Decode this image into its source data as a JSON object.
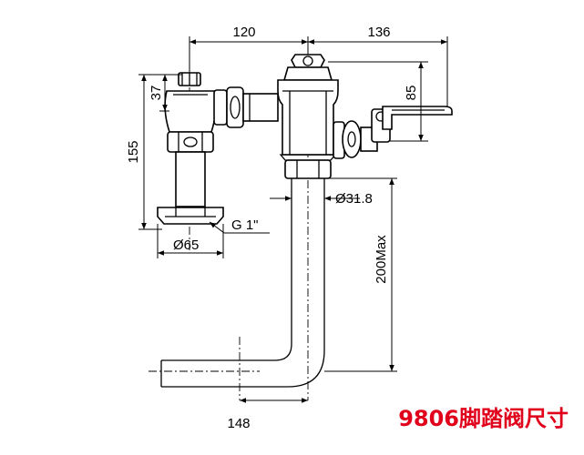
{
  "dimensions": {
    "top_left": "120",
    "top_right": "136",
    "left_overall": "155",
    "left_small": "37",
    "right_height": "85",
    "pipe_diameter": "Ø31.8",
    "pipe_length": "200Max",
    "base_diameter": "Ø65",
    "thread": "G 1\"",
    "bottom": "148"
  },
  "caption": "9806脚踏阀尺寸",
  "colors": {
    "caption": "#e0001b",
    "line": "#000000"
  }
}
